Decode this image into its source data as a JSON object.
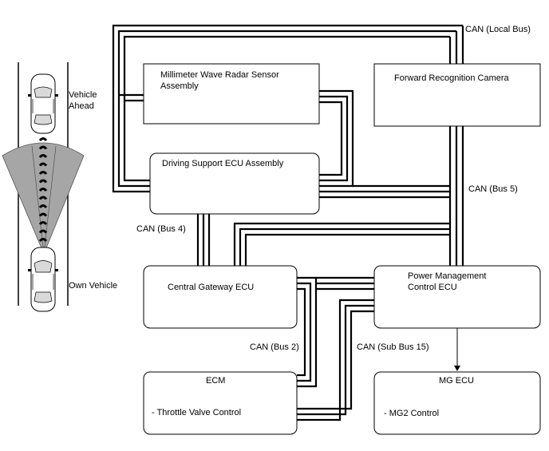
{
  "labels": {
    "vehicle_ahead": [
      "Vehicle",
      "Ahead"
    ],
    "own_vehicle": "Own Vehicle",
    "can_local": "CAN (Local Bus)",
    "can_bus5": "CAN (Bus 5)",
    "can_bus4": "CAN (Bus 4)",
    "can_bus2": "CAN (Bus 2)",
    "can_sub15": "CAN (Sub Bus 15)"
  },
  "components": {
    "radar": [
      "Millimeter Wave Radar Sensor",
      "Assembly"
    ],
    "camera": "Forward Recognition Camera",
    "driving_support": "Driving Support ECU Assembly",
    "gateway": "Central Gateway ECU",
    "power_mgmt": [
      "Power Management",
      "Control ECU"
    ],
    "ecm": {
      "title": "ECM",
      "item": "- Throttle Valve Control"
    },
    "mg": {
      "title": "MG ECU",
      "item": "- MG2 Control"
    }
  }
}
